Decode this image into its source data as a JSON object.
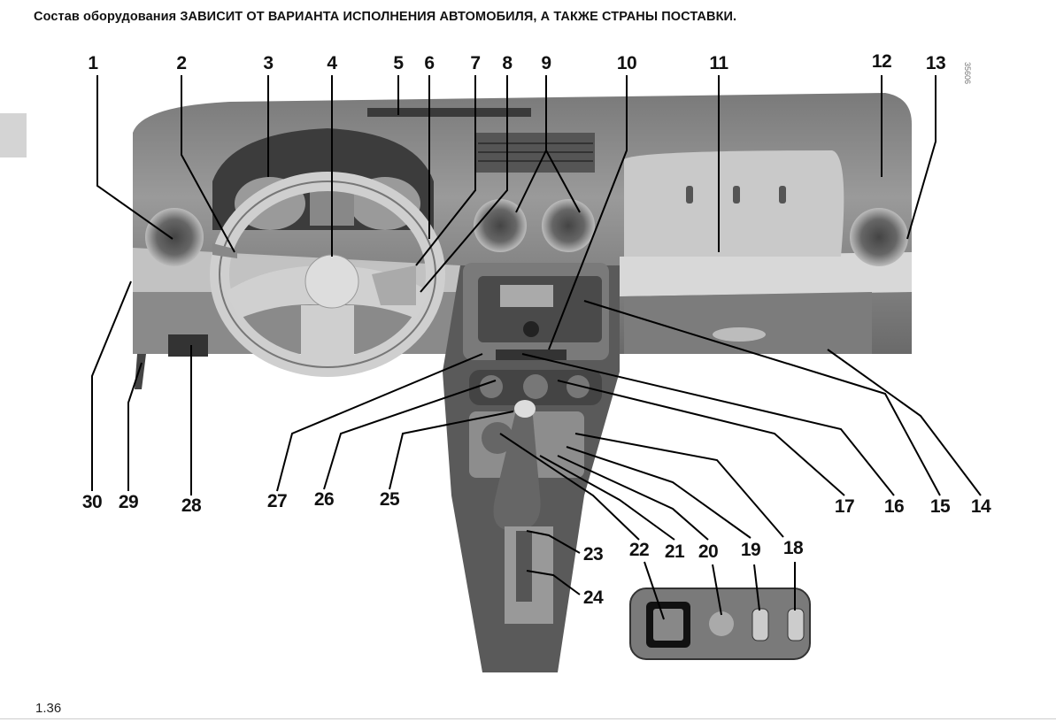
{
  "header": "Состав оборудования ЗАВИСИТ ОТ ВАРИАНТА ИСПОЛНЕНИЯ АВТОМОБИЛЯ, А ТАКЖЕ СТРАНЫ ПОСТАВКИ.",
  "figure_code": "35606",
  "page_number": "1.36",
  "callouts": [
    "1",
    "2",
    "3",
    "4",
    "5",
    "6",
    "7",
    "8",
    "9",
    "10",
    "11",
    "12",
    "13",
    "14",
    "15",
    "16",
    "17",
    "18",
    "19",
    "20",
    "21",
    "22",
    "23",
    "24",
    "25",
    "26",
    "27",
    "28",
    "29",
    "30"
  ]
}
